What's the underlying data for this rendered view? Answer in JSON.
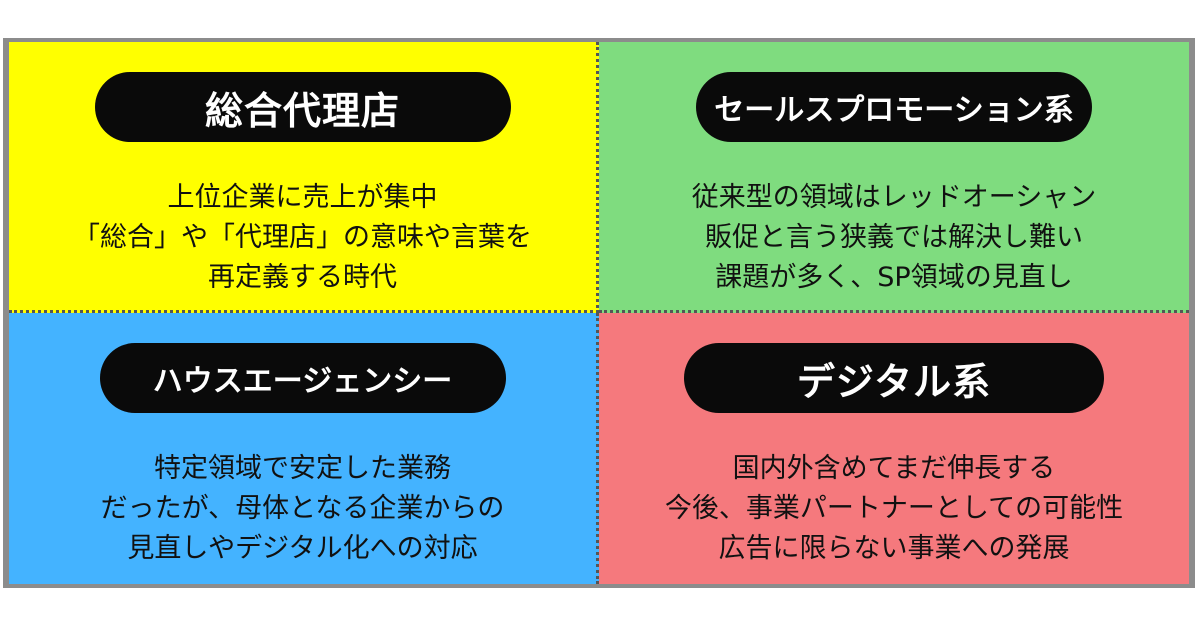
{
  "colors": {
    "yellow": "#ffff00",
    "green": "#7fdc7f",
    "blue": "#44b3ff",
    "red": "#f5797d",
    "pill": "#0a0a0a"
  },
  "quadrants": {
    "top_left": {
      "title": "総合代理店",
      "lines": [
        "上位企業に売上が集中",
        "「総合」や「代理店」の意味や言葉を",
        "再定義する時代"
      ]
    },
    "top_right": {
      "title": "セールスプロモーション系",
      "lines": [
        "従来型の領域はレッドオーシャン",
        "販促と言う狭義では解決し難い",
        "課題が多く、SP領域の見直し"
      ]
    },
    "bottom_left": {
      "title": "ハウスエージェンシー",
      "lines": [
        "特定領域で安定した業務",
        "だったが、母体となる企業からの",
        "見直しやデジタル化への対応"
      ]
    },
    "bottom_right": {
      "title": "デジタル系",
      "lines": [
        "国内外含めてまだ伸長する",
        "今後、事業パートナーとしての可能性",
        "広告に限らない事業への発展"
      ]
    }
  }
}
